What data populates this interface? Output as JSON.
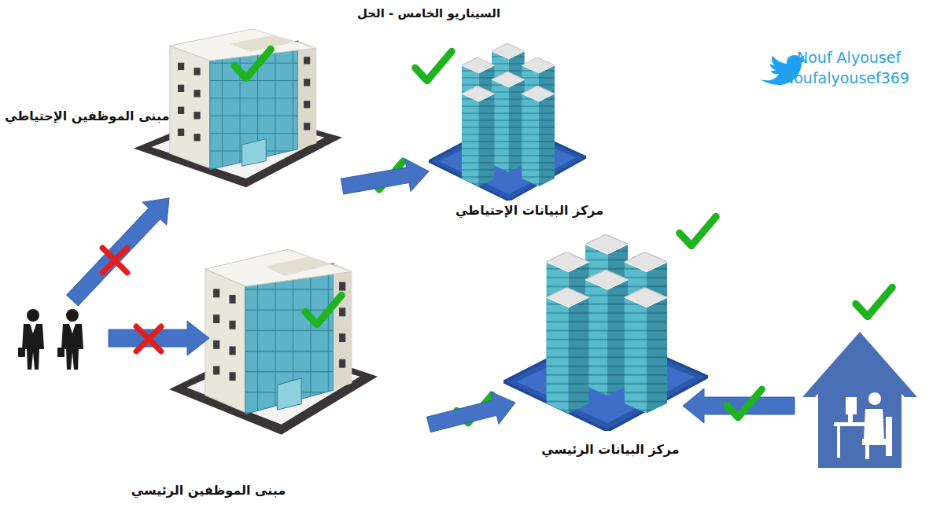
{
  "diagram": {
    "title": "السيناريو الخامس - الحل",
    "nodes": [
      {
        "text": [
          "مبنى الموظفين الإحتياطي"
        ]
      },
      {
        "text": [
          "مركز البيانات الإحتياطي"
        ]
      },
      {
        "text": [
          "مبنى الموظفين الرئيسي"
        ]
      },
      {
        "text": [
          "مركز البيانات الرئيسي"
        ]
      }
    ],
    "edges": [
      {
        "from": 0,
        "to": 1,
        "arrow": "to"
      },
      {
        "from": 2,
        "to": 3,
        "arrow": "to"
      }
    ],
    "labels": [
      "Nouf Alyousef",
      "Noufalyousef369"
    ]
  }
}
